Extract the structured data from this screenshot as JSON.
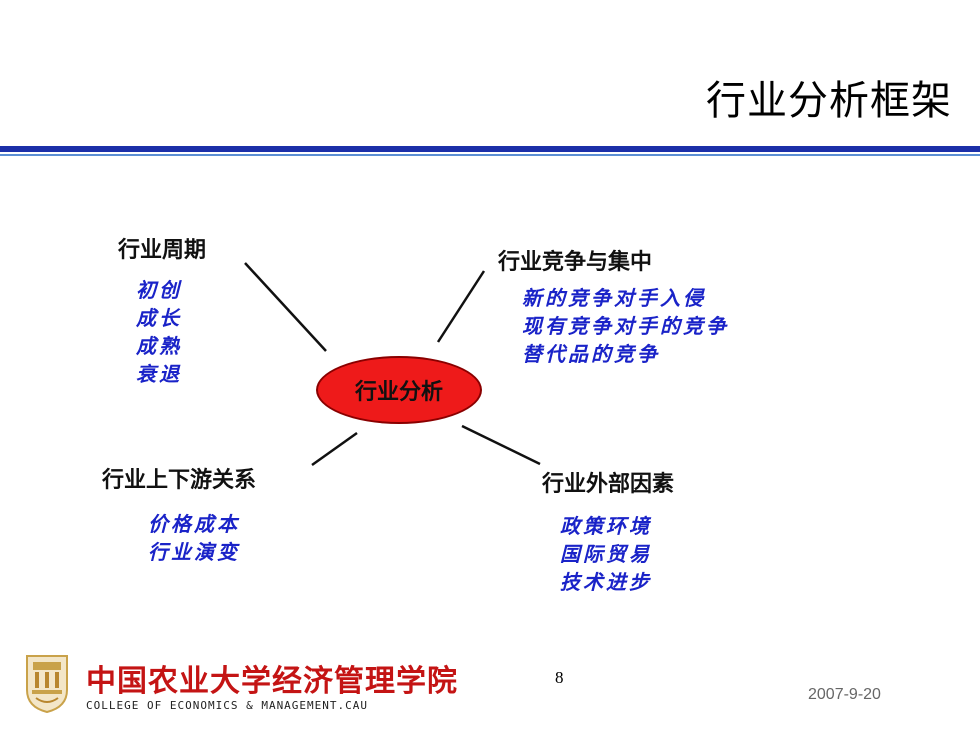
{
  "slide": {
    "title": "行业分析框架",
    "page_number": "8",
    "date": "2007-9-20"
  },
  "center": {
    "label": "行业分析"
  },
  "branches": {
    "cycle": {
      "title": "行业周期",
      "items": [
        "初创",
        "成长",
        "成熟",
        "衰退"
      ]
    },
    "competition": {
      "title": "行业竞争与集中",
      "items": [
        "新的竞争对手入侵",
        "现有竞争对手的竞争",
        "替代品的竞争"
      ]
    },
    "chain": {
      "title": "行业上下游关系",
      "items": [
        "价格成本",
        "行业演变"
      ]
    },
    "external": {
      "title": "行业外部因素",
      "items": [
        "政策环境",
        "国际贸易",
        "技术进步"
      ]
    }
  },
  "footer": {
    "college_cn": "中国农业大学经济管理学院",
    "college_en": "COLLEGE OF ECONOMICS & MANAGEMENT.CAU"
  },
  "colors": {
    "rule": "#1c2fa8",
    "item_text": "#1a23c8",
    "center_fill": "#ee1a1a",
    "logo": "#c41414"
  }
}
